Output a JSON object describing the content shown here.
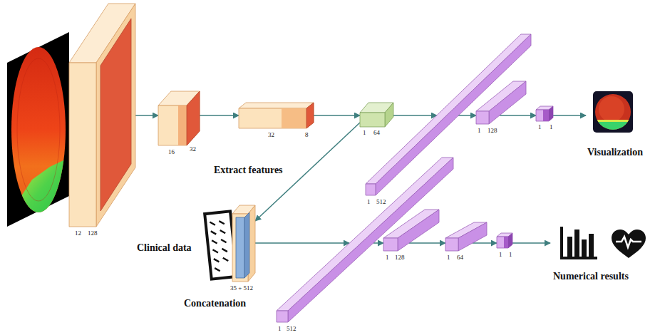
{
  "diagram": {
    "nodes": [
      {
        "text": [
          "12",
          "128"
        ]
      },
      {
        "text": [
          "16",
          "32"
        ]
      },
      {
        "text": [
          "32",
          "8"
        ]
      },
      {
        "text": [
          "1",
          "64"
        ]
      },
      {
        "text": [
          "1",
          "512"
        ]
      },
      {
        "text": [
          "1",
          "128"
        ]
      },
      {
        "text": [
          "1",
          "1"
        ]
      },
      {
        "text": [
          "Visualization"
        ]
      },
      {
        "text": [
          "35 + 512",
          "Concatenation"
        ]
      },
      {
        "text": [
          "1",
          "512"
        ]
      },
      {
        "text": [
          "1",
          "128"
        ]
      },
      {
        "text": [
          "1",
          "64"
        ]
      },
      {
        "text": [
          "1",
          "1"
        ]
      },
      {
        "text": [
          "Numerical results"
        ]
      }
    ],
    "edges": [
      {
        "from": 0,
        "to": 1,
        "arrow": "to"
      },
      {
        "from": 1,
        "to": 2,
        "arrow": "to"
      },
      {
        "from": 2,
        "to": 3,
        "arrow": "to"
      },
      {
        "from": 3,
        "to": 4,
        "arrow": "to"
      },
      {
        "from": 4,
        "to": 5,
        "arrow": "to"
      },
      {
        "from": 5,
        "to": 6,
        "arrow": "to"
      },
      {
        "from": 6,
        "to": 7,
        "arrow": "to"
      },
      {
        "from": 3,
        "to": 8,
        "label": "Extract features",
        "arrow": "to"
      },
      {
        "from": 8,
        "to": 9,
        "arrow": "to"
      },
      {
        "from": 9,
        "to": 10,
        "arrow": "to"
      },
      {
        "from": 10,
        "to": 11,
        "arrow": "to"
      },
      {
        "from": 11,
        "to": 12,
        "arrow": "to"
      },
      {
        "from": 12,
        "to": 13,
        "arrow": "to"
      }
    ],
    "labels": [
      "Clinical data"
    ]
  }
}
